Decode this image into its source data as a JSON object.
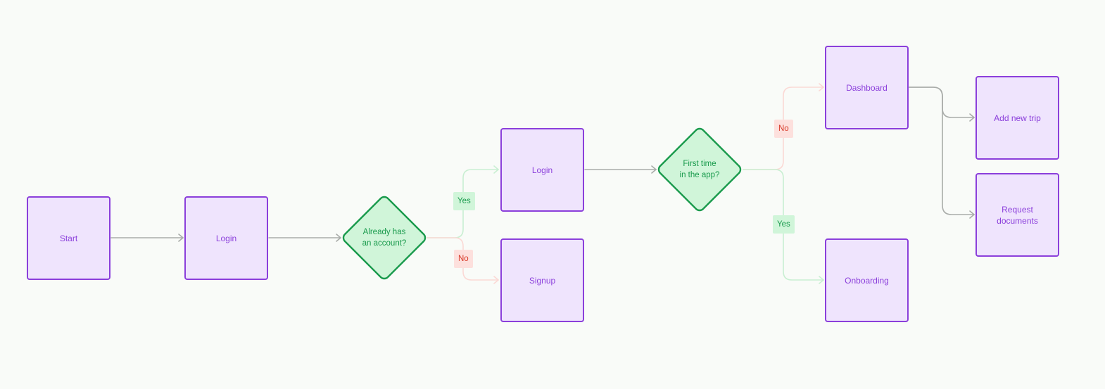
{
  "nodes": {
    "start": "Start",
    "login1": "Login",
    "has_account": "Already has an account?",
    "login2": "Login",
    "signup": "Signup",
    "first_time": "First time in the app?",
    "dashboard": "Dashboard",
    "onboarding": "Onboarding",
    "add_trip": "Add new trip",
    "request_docs": "Request documents"
  },
  "edge_labels": {
    "has_account_yes": "Yes",
    "has_account_no": "No",
    "first_time_no": "No",
    "first_time_yes": "Yes"
  },
  "colors": {
    "canvas": "#f9fbf8",
    "process_fill": "#efe4fd",
    "process_stroke": "#8b3fdb",
    "decision_fill": "#d0f5d9",
    "decision_stroke": "#199a4c",
    "connector": "#a9aca9",
    "yes_connector": "#c9efd2",
    "no_connector": "#fbd9d5",
    "yes_badge": "#d0f5d9",
    "no_badge": "#fde0dd"
  }
}
